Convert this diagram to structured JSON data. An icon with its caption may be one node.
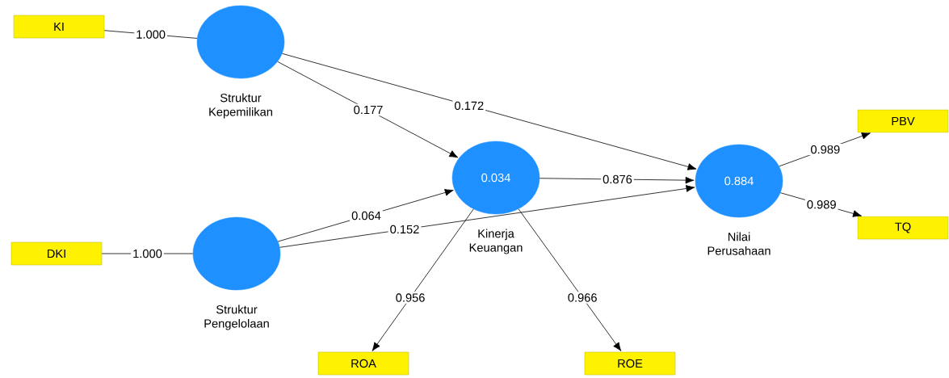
{
  "diagram": {
    "nodes": [
      {
        "text": [
          "KI"
        ]
      },
      {
        "text": [],
        "shape": "circle",
        "beside": [
          "Struktur Kepemilikan"
        ]
      },
      {
        "text": [
          "DKI"
        ]
      },
      {
        "text": [],
        "shape": "circle",
        "beside": [
          "Struktur Pengelolaan"
        ]
      },
      {
        "text": [
          "0.034"
        ],
        "beside": [
          "Kinerja Keuangan"
        ]
      },
      {
        "text": [
          "0.884"
        ],
        "beside": [
          "Nilai Perusahaan"
        ]
      },
      {
        "text": [
          "PBV"
        ]
      },
      {
        "text": [
          "TQ"
        ]
      },
      {
        "text": [
          "ROA"
        ]
      },
      {
        "text": [
          "ROE"
        ]
      }
    ],
    "edges": [
      {
        "from": 0,
        "to": 1,
        "arrow": "none",
        "label": "1.000"
      },
      {
        "from": 1,
        "to": 4,
        "arrow": "to",
        "label": "0.177"
      },
      {
        "from": 1,
        "to": 5,
        "arrow": "to",
        "label": "0.172"
      },
      {
        "from": 3,
        "to": 4,
        "arrow": "to",
        "label": "0.064"
      },
      {
        "from": 3,
        "to": 5,
        "arrow": "to",
        "label": "0.152"
      },
      {
        "from": 2,
        "to": 3,
        "arrow": "none",
        "label": "1.000"
      },
      {
        "from": 4,
        "to": 5,
        "arrow": "to",
        "label": "0.876"
      },
      {
        "from": 5,
        "to": 6,
        "arrow": "to",
        "label": "0.989"
      },
      {
        "from": 5,
        "to": 7,
        "arrow": "to",
        "label": "0.989"
      },
      {
        "from": 4,
        "to": 8,
        "arrow": "to",
        "label": "0.956"
      },
      {
        "from": 4,
        "to": 9,
        "arrow": "to",
        "label": "0.966"
      }
    ]
  }
}
